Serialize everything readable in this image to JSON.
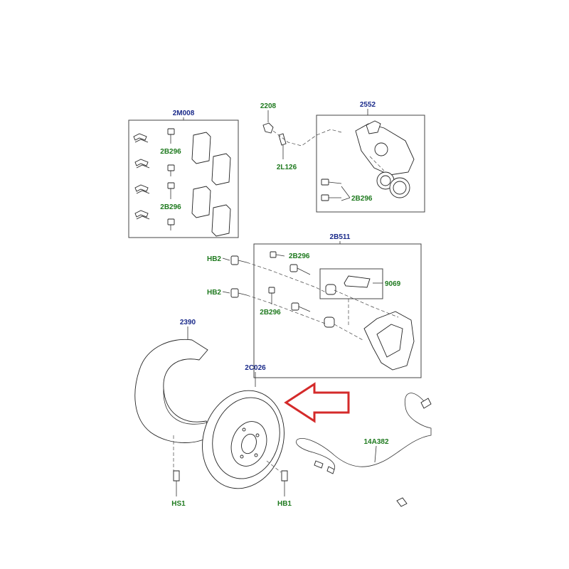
{
  "labels": {
    "kit_2m008": "2M008",
    "bolt_2b296_a": "2B296",
    "bolt_2b296_b": "2B296",
    "sensor_2208": "2208",
    "clip_2l126": "2L126",
    "caliper_2552": "2552",
    "bolt_2b296_c": "2B296",
    "carrier_2b511": "2B511",
    "hb2_top": "HB2",
    "bolt_2b296_d": "2B296",
    "kit_9069": "9069",
    "hb2_mid": "HB2",
    "bolt_2b296_e": "2B296",
    "shield_2390": "2390",
    "disc_2c026": "2C026",
    "sensor_14a382": "14A382",
    "hs1": "HS1",
    "hb1": "HB1"
  },
  "colors": {
    "label_blue": "#1a2a8a",
    "label_green": "#1f7a1f",
    "arrow_red": "#d42a2a"
  }
}
